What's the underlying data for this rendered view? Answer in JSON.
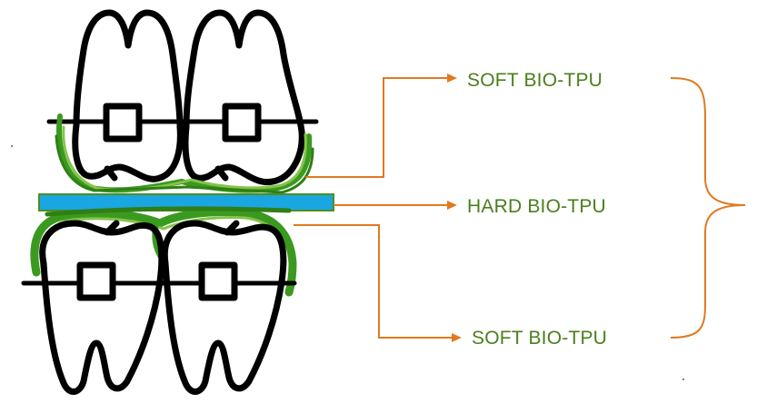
{
  "diagram": {
    "labels": {
      "top": "SOFT BIO-TPU",
      "middle": "HARD BIO-TPU",
      "bottom": "SOFT BIO-TPU"
    },
    "colors": {
      "outline": "#000000",
      "soft_layer": "#3a9a1f",
      "soft_layer_light": "#86c34a",
      "hard_layer": "#1aa6e0",
      "hard_layer_edge": "#4f8f1e",
      "connector": "#e07a20",
      "label_text": "#4a7f1c"
    }
  }
}
